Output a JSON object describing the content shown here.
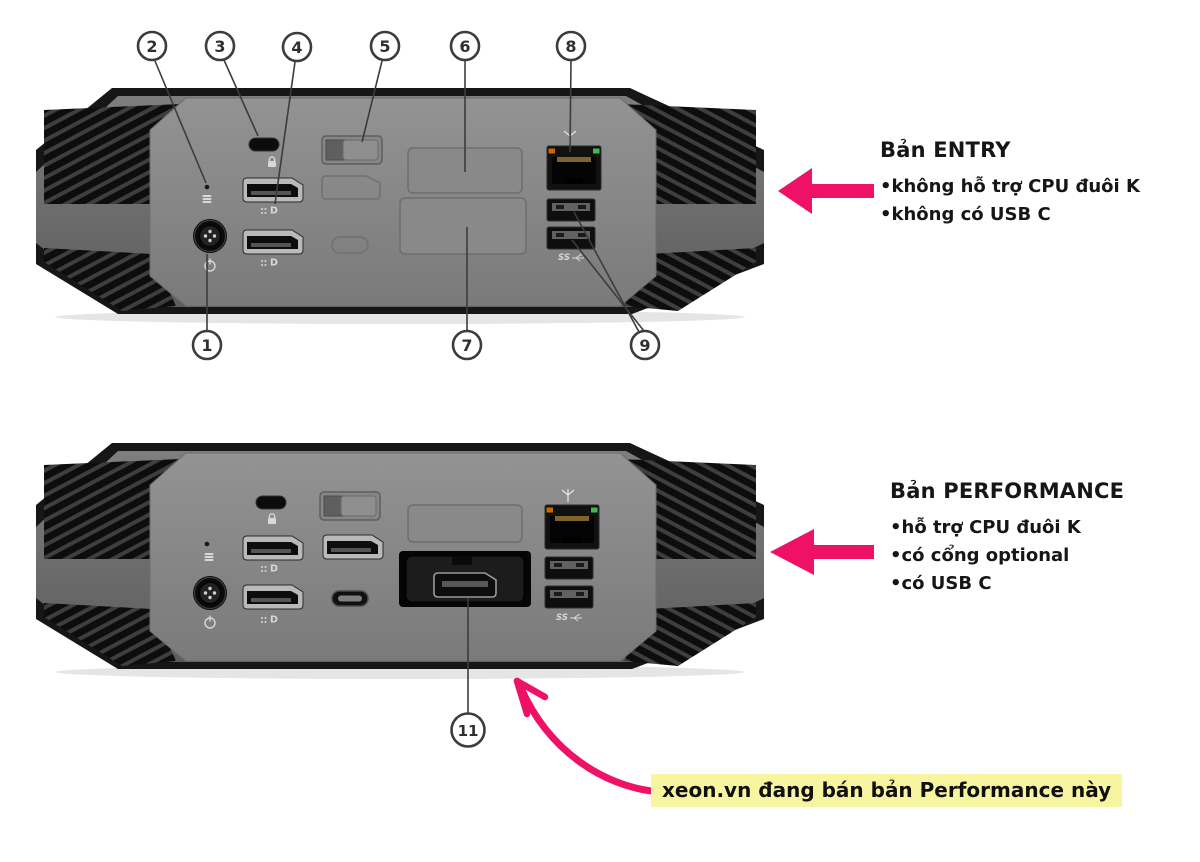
{
  "annotations": {
    "entry": {
      "title": "Bản ENTRY",
      "bullets": [
        "•không hỗ trợ CPU đuôi K",
        "•không có USB C"
      ]
    },
    "performance": {
      "title": "Bản PERFORMANCE",
      "bullets": [
        "•hỗ trợ CPU đuôi K",
        "•có cổng optional",
        "•có USB C"
      ]
    },
    "footnote": "xeon.vn đang bán bản Performance này"
  },
  "callouts": {
    "c1": "1",
    "c2": "2",
    "c3": "3",
    "c4": "4",
    "c5": "5",
    "c6": "6",
    "c7": "7",
    "c8": "8",
    "c9": "9",
    "c11": "11"
  },
  "glyphs": {
    "dp_label": "D",
    "usb3_label": "SS"
  },
  "colors": {
    "arrow_pink": "#EF1166",
    "highlight_yellow": "#F8F5A0",
    "callout_ink": "#3c3c3c",
    "device_panel_gray": "#8d8d8d",
    "device_side_gray": "#6b6b6b",
    "device_cap_black": "#161616",
    "ethernet_led_left": "#c96a00",
    "ethernet_led_right": "#44b84c",
    "background": "#ffffff"
  }
}
